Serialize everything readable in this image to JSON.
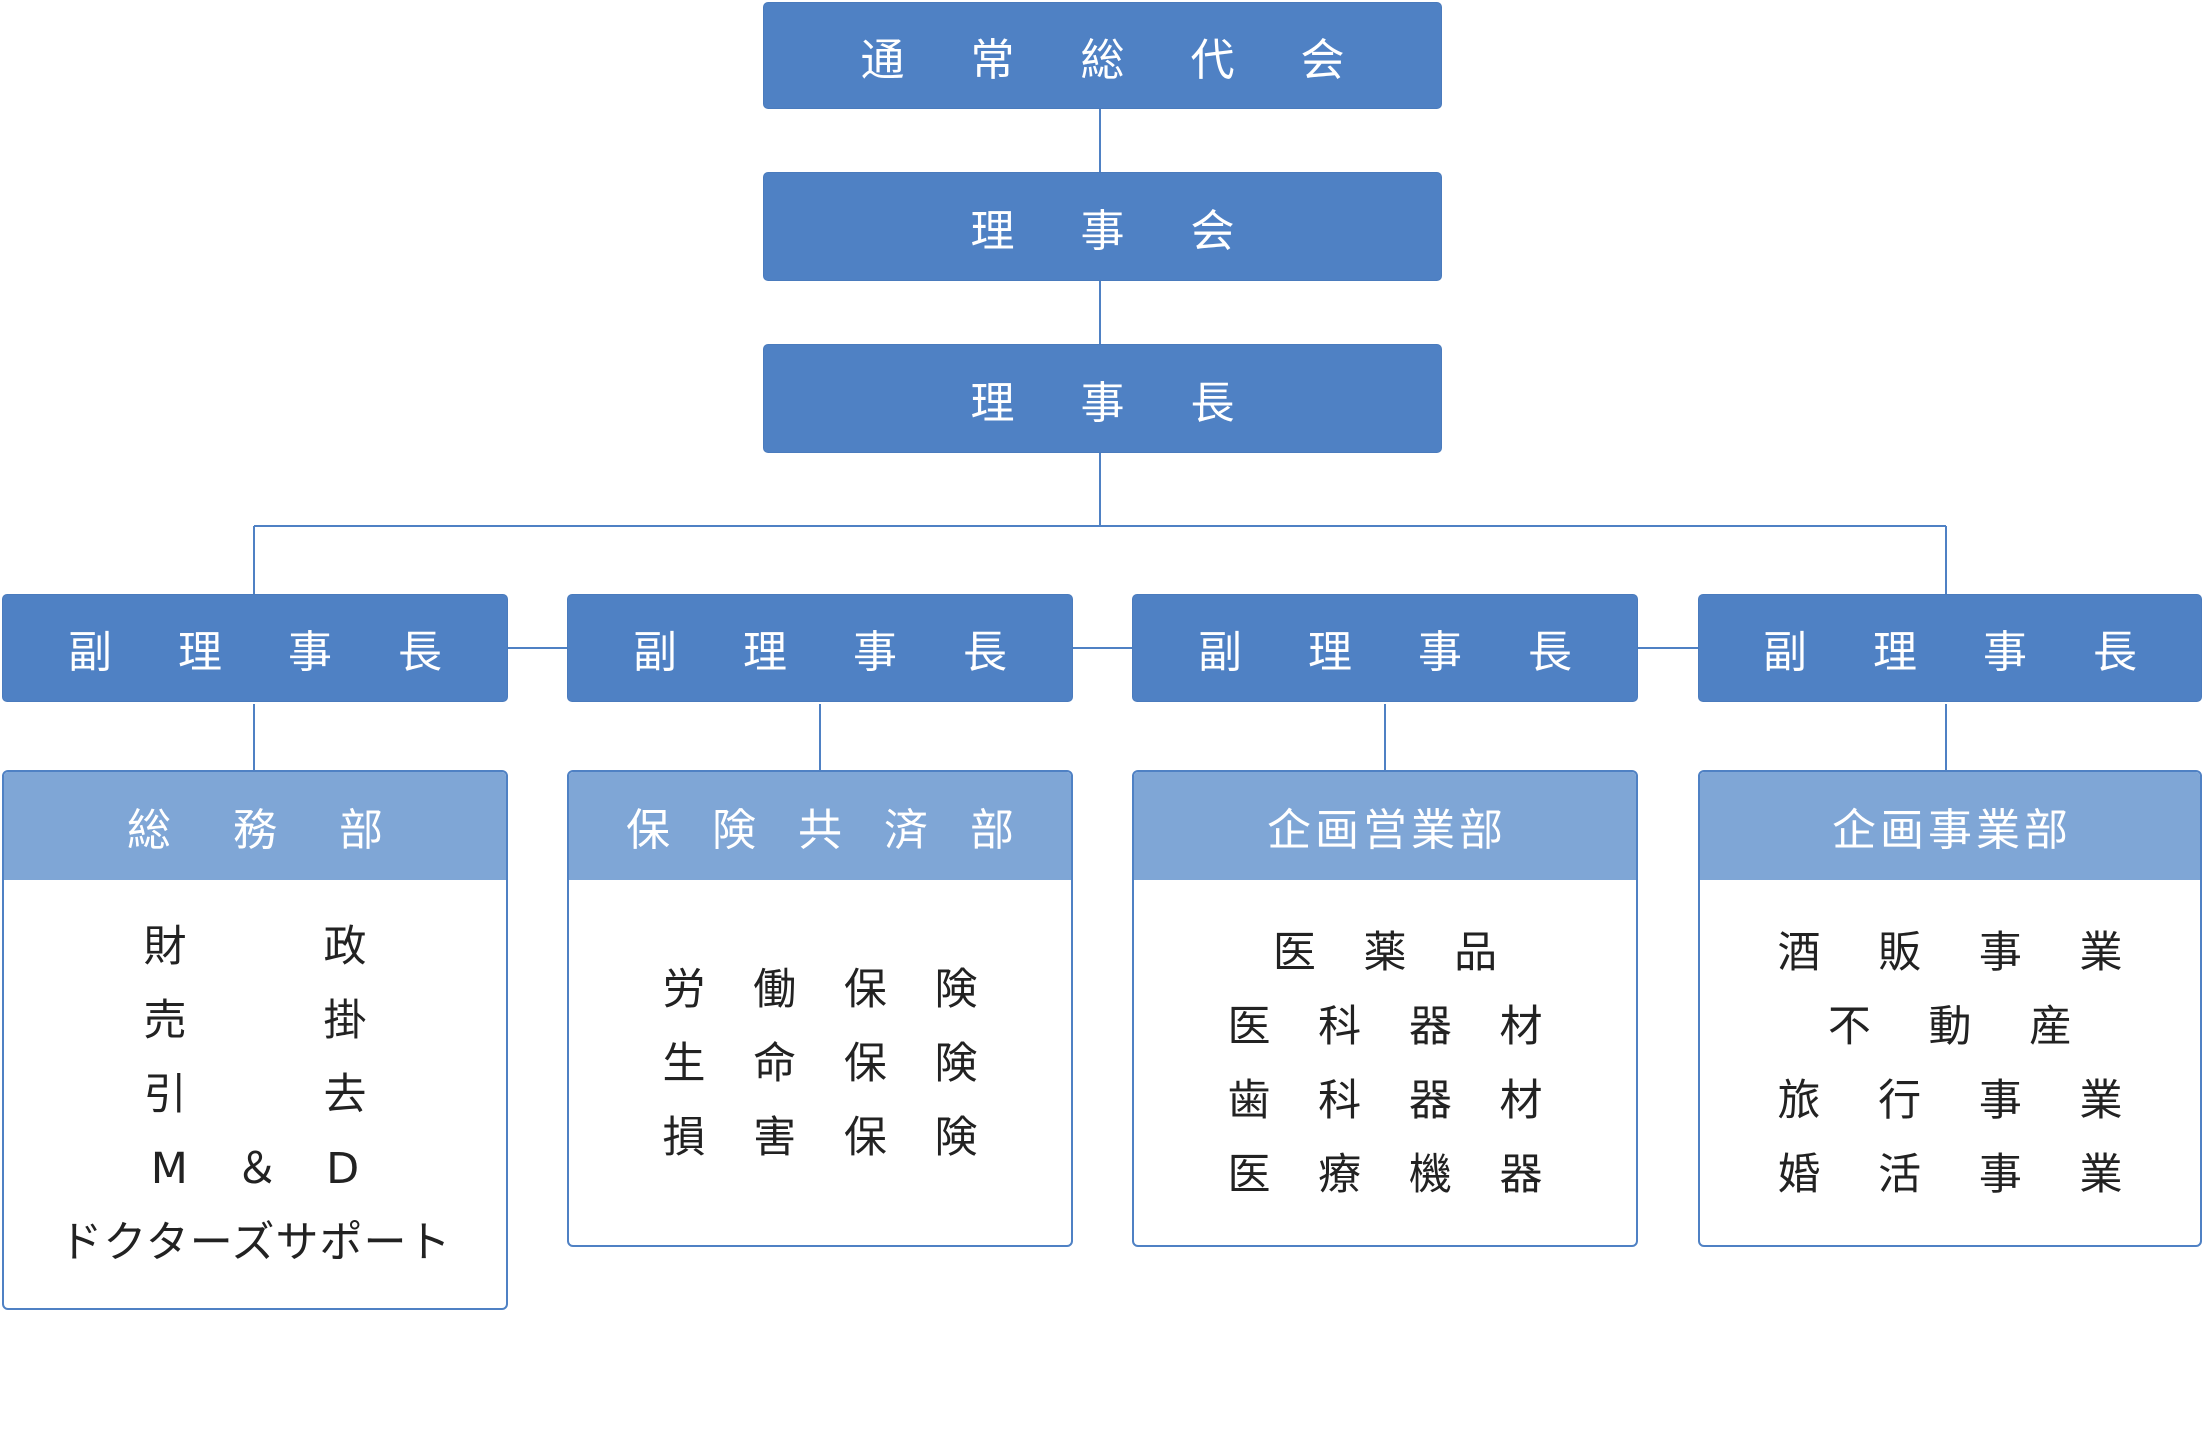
{
  "top": {
    "general_meeting": "通 常 総 代 会",
    "board": "理 事 会",
    "chairman": "理 事 長"
  },
  "vice_chairmen": [
    "副 理 事 長",
    "副 理 事 長",
    "副 理 事 長",
    "副 理 事 長"
  ],
  "departments": [
    {
      "name": "総 務 部",
      "items": [
        "財　　政",
        "売　　掛",
        "引　　去",
        "M ＆ D",
        "ドクターズサポート"
      ]
    },
    {
      "name": "保 険 共 済 部",
      "items": [
        "労 働 保 険",
        "生 命 保 険",
        "損 害 保 険"
      ]
    },
    {
      "name": "企画営業部",
      "items": [
        "医 薬 品",
        "医 科 器 材",
        "歯 科 器 材",
        "医 療 機 器"
      ]
    },
    {
      "name": "企画事業部",
      "items": [
        "酒 販 事 業",
        "不 動 産",
        "旅 行 事 業",
        "婚 活 事 業"
      ]
    }
  ],
  "colors": {
    "box": "#4f81c4",
    "dept_header": "#7fa6d6",
    "line": "#4f81c4"
  }
}
